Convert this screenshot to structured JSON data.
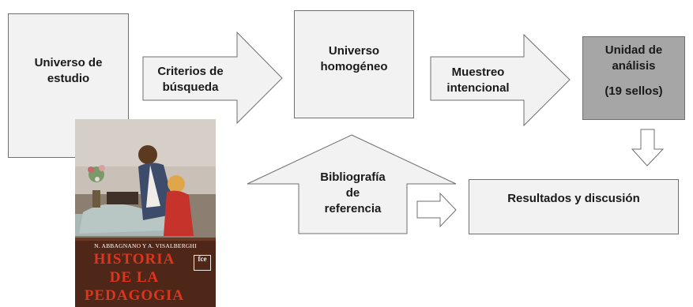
{
  "nodes": {
    "universo_estudio": [
      "Universo de",
      "estudio"
    ],
    "criterios": [
      "Criterios de",
      "búsqueda"
    ],
    "universo_homogeneo": [
      "Universo",
      "homogéneo"
    ],
    "muestreo": [
      "Muestreo",
      "intencional"
    ],
    "unidad": [
      "Unidad de",
      "análisis",
      "(19 sellos)"
    ],
    "bibliografia": [
      "Bibliografía",
      "de",
      "referencia"
    ],
    "resultados": [
      "Resultados y discusión"
    ]
  },
  "book": {
    "authors": "N. ABBAGNANO Y A. VISALBERGHI",
    "title": [
      "HISTORIA",
      "DE LA",
      "PEDAGOGIA"
    ],
    "seal": "fce"
  },
  "colors": {
    "box_fill": "#f2f2f2",
    "highlight_fill": "#a6a6a6",
    "border": "#6f6f6f",
    "book_title": "#e0341e",
    "book_band": "#4e2718"
  }
}
